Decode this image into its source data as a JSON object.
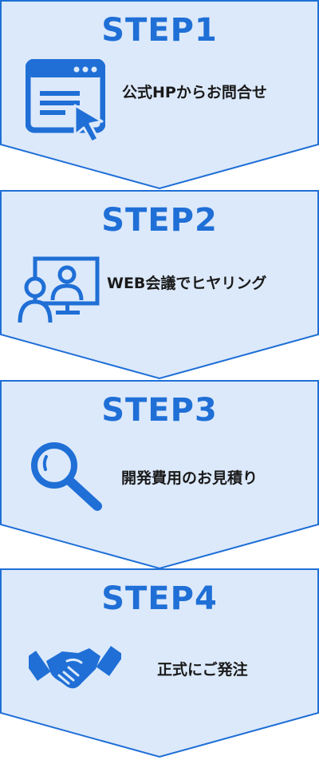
{
  "colors": {
    "accent": "#1f6fd6",
    "panel_fill": "#dce9fb",
    "panel_border": "#1f6fd6",
    "text": "#1a1a1a"
  },
  "steps": [
    {
      "title": "STEP1",
      "text": "公式HPからお問合せ",
      "icon": "browser-cursor-icon"
    },
    {
      "title": "STEP2",
      "text": "WEB会議でヒヤリング",
      "icon": "video-meeting-icon"
    },
    {
      "title": "STEP3",
      "text": "開発費用のお見積り",
      "icon": "magnifier-icon"
    },
    {
      "title": "STEP4",
      "text": "正式にご発注",
      "icon": "handshake-icon"
    }
  ]
}
